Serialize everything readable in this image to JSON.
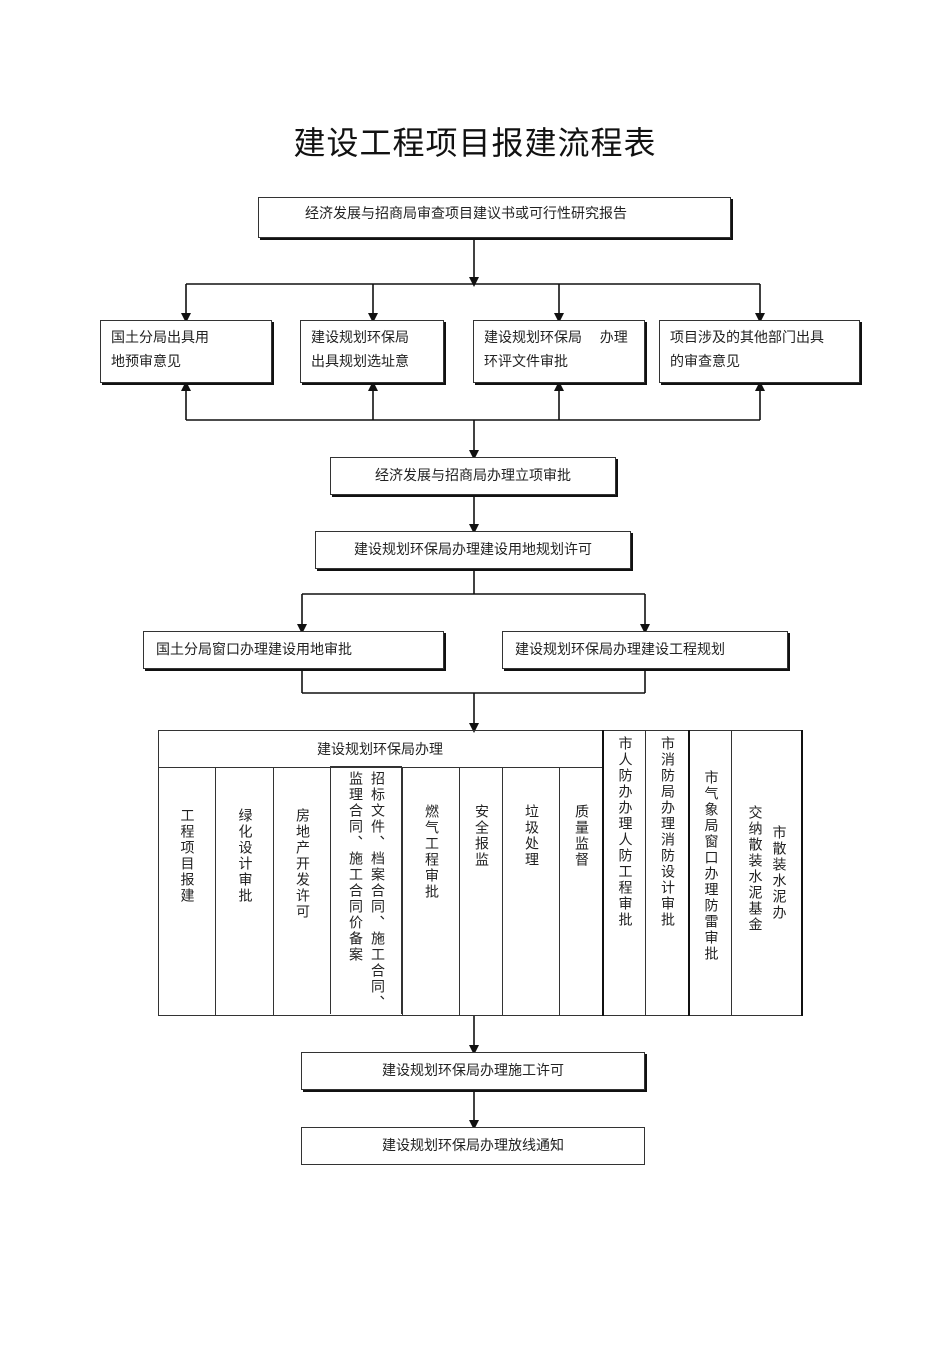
{
  "title": "建设工程项目报建流程表",
  "step1": "经济发展与招商局审查项目建议书或可行性研究报告",
  "opinions": [
    "国土分局出具用地预审意见",
    "建设规划环保局出具规划选址意",
    "建设规划环保局    办理环评文件审批",
    "项目涉及的其他部门出具的审查意见"
  ],
  "step3": "经济发展与招商局办理立项审批",
  "step4": "建设规划环保局办理建设用地规划许可",
  "step5_left": "国土分局窗口办理建设用地审批",
  "step5_right": "建设规划环保局办理建设工程规划",
  "group_header": "建设规划环保局办理",
  "group_items": [
    "工程项目报建",
    "绿化设计审批",
    "房地产开发许可",
    "招标文件、档案合同、施工合同、",
    "监理合同、施工合同价备案",
    "燃气工程审批",
    "安全报监",
    "垃圾处理",
    "质量监督"
  ],
  "side_items": [
    "市人防办办理人防工程审批",
    "市消防局办理消防设计审批",
    "市气象局窗口办理防雷审批",
    "市散装水泥办",
    "交纳散装水泥基金"
  ],
  "step7": "建设规划环保局办理施工许可",
  "step8": "建设规划环保局办理放线通知"
}
